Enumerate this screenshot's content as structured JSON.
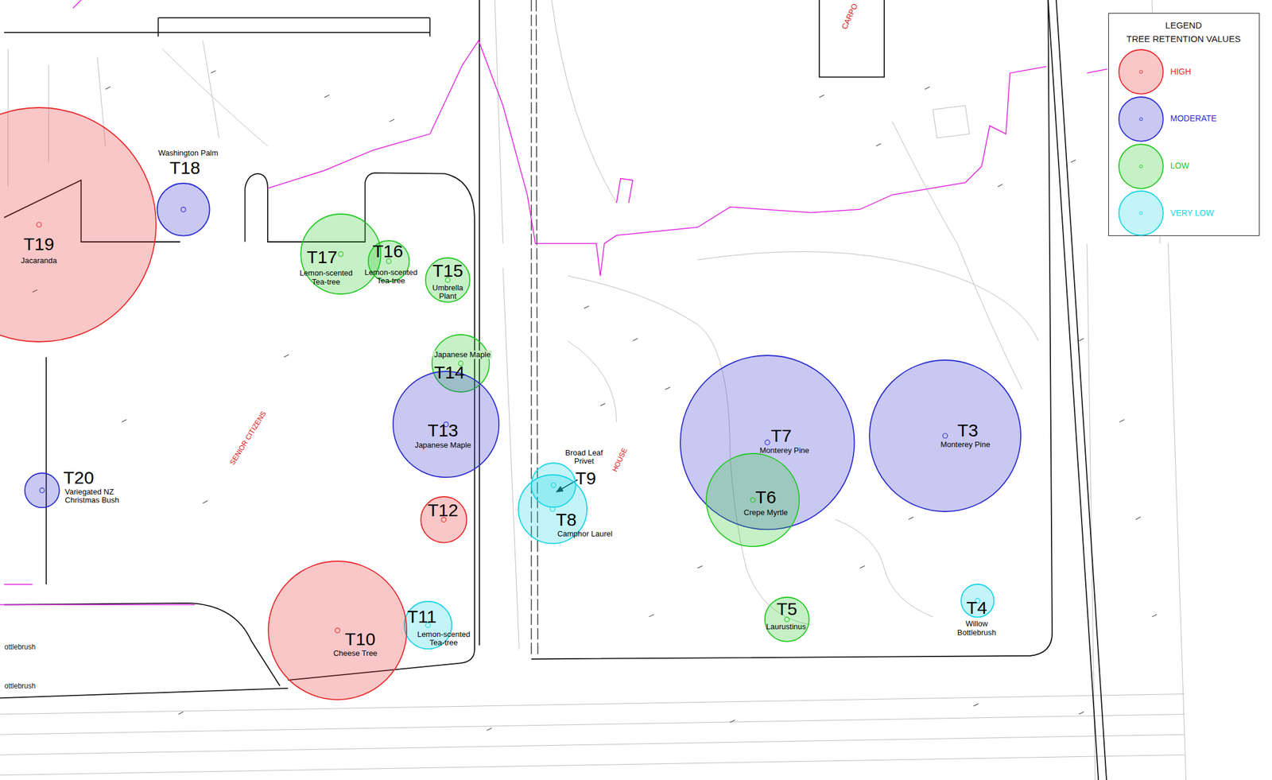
{
  "diagram": {
    "nodes": [
      {
        "text": [
          "T19",
          "Jacaranda"
        ]
      },
      {
        "text": [
          "Washington Palm",
          "T18"
        ]
      },
      {
        "text": [
          "T17",
          "Lemon-scented Tea-tree"
        ]
      },
      {
        "text": [
          "T16",
          "Lemon-scented Tea-tree"
        ]
      },
      {
        "text": [
          "T15",
          "Umbrella Plant"
        ]
      },
      {
        "text": [
          "Japanese Maple",
          "T14"
        ]
      },
      {
        "text": [
          "T13",
          "Japanese Maple"
        ]
      },
      {
        "text": [
          "T7",
          "Monterey Pine"
        ]
      },
      {
        "text": [
          "T3",
          "Monterey Pine"
        ]
      },
      {
        "text": [
          "T20",
          "Variegated NZ Christmas Bush"
        ]
      },
      {
        "text": [
          "Broad Leaf Privet",
          "T9"
        ]
      },
      {
        "text": [
          "T8",
          "Camphor Laurel"
        ]
      },
      {
        "text": [
          "T6",
          "Crepe Myrtle"
        ]
      },
      {
        "text": [
          "T12"
        ]
      },
      {
        "text": [
          "T5",
          "Laurustinus"
        ]
      },
      {
        "text": [
          "T4",
          "Willow Bottlebrush"
        ]
      },
      {
        "text": [
          "T11",
          "Lemon-scented Tea-tree"
        ]
      },
      {
        "text": [
          "T10",
          "Cheese Tree"
        ]
      }
    ],
    "labels": [
      "LEGEND",
      "TREE RETENTION VALUES",
      "CARPO",
      "SENIOR CITIZENS",
      "HOUSE",
      "ottlebrush",
      "ottlebrush"
    ],
    "legend": [
      {
        "text": "HIGH",
        "color": "#e8282a"
      },
      {
        "text": "MODERATE",
        "color": "#2a2ad0"
      },
      {
        "text": "LOW",
        "color": "#22c822"
      },
      {
        "text": "VERY LOW",
        "color": "#18d4e4"
      }
    ]
  }
}
